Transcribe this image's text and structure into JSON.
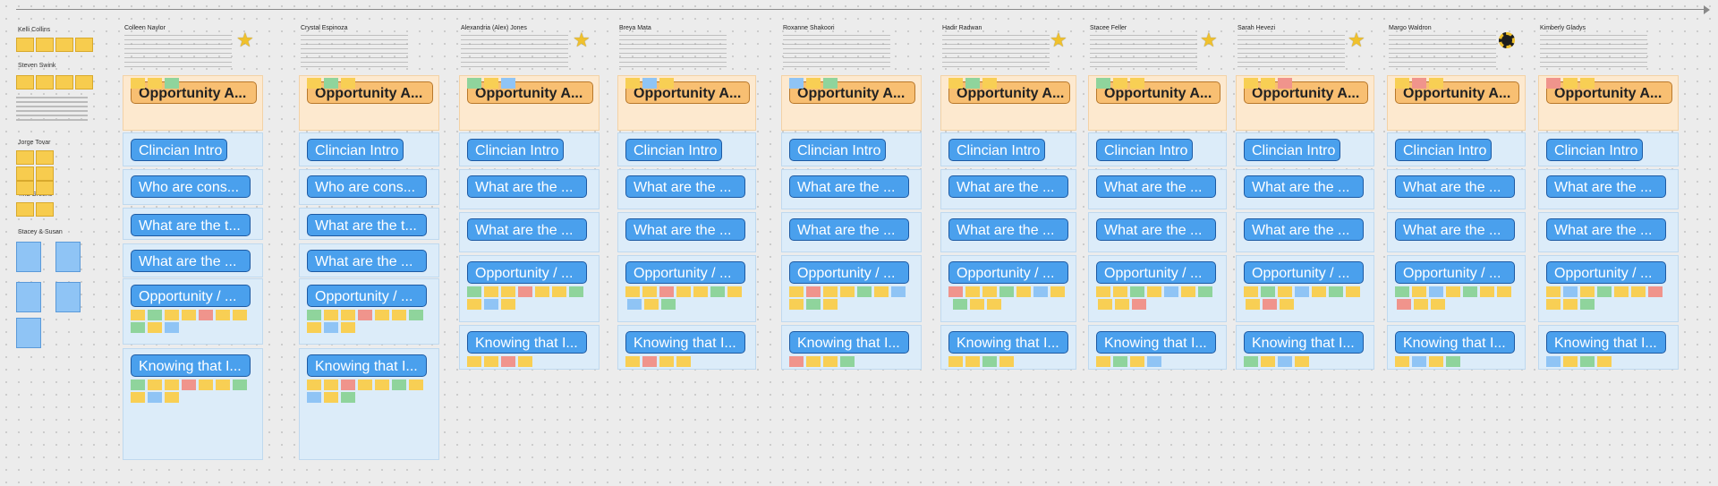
{
  "left_panel": {
    "people": [
      "Kelli Collins",
      "Steven Swink",
      "Jorge Tovar",
      "Tina Greene",
      "Stacey  & Susan"
    ]
  },
  "columns": [
    {
      "name": "Colleen Naylor",
      "icon": "star-icon",
      "sections": [
        "Opportunity A...",
        "Clincian Intro",
        "Who are cons...",
        "What are the t...",
        "What are the ...",
        "Opportunity / ...",
        "Knowing that I..."
      ]
    },
    {
      "name": "Crystal Espinoza",
      "icon": "",
      "sections": [
        "Opportunity A...",
        "Clincian Intro",
        "Who are cons...",
        "What are the t...",
        "What are the ...",
        "Opportunity / ...",
        "Knowing that I..."
      ]
    },
    {
      "name": "Alexandria (Alex) Jones",
      "icon": "star-icon",
      "sections": [
        "Opportunity A...",
        "Clincian Intro",
        "What are the ...",
        "What are the ...",
        "Opportunity / ...",
        "Knowing that I..."
      ]
    },
    {
      "name": "Breya Mata",
      "icon": "",
      "sections": [
        "Opportunity A...",
        "Clincian Intro",
        "What are the ...",
        "What are the ...",
        "Opportunity / ...",
        "Knowing that I..."
      ]
    },
    {
      "name": "Roxanne Shakoori",
      "icon": "",
      "sections": [
        "Opportunity A...",
        "Clincian Intro",
        "What are the ...",
        "What are the ...",
        "Opportunity / ...",
        "Knowing that I..."
      ]
    },
    {
      "name": "Hadir Radwan",
      "icon": "star-icon",
      "sections": [
        "Opportunity A...",
        "Clincian Intro",
        "What are the ...",
        "What are the ...",
        "Opportunity / ...",
        "Knowing that I..."
      ]
    },
    {
      "name": "Stacee Feller",
      "icon": "star-icon",
      "sections": [
        "Opportunity A...",
        "Clincian Intro",
        "What are the ...",
        "What are the ...",
        "Opportunity / ...",
        "Knowing that I..."
      ]
    },
    {
      "name": "Sarah Hevezi",
      "icon": "star-icon",
      "sections": [
        "Opportunity A...",
        "Clincian Intro",
        "What are the ...",
        "What are the ...",
        "Opportunity / ...",
        "Knowing that I..."
      ]
    },
    {
      "name": "Margo Waldron",
      "icon": "badge-icon",
      "sections": [
        "Opportunity A...",
        "Clincian Intro",
        "What are the ...",
        "What are the ...",
        "Opportunity / ...",
        "Knowing that I..."
      ]
    },
    {
      "name": "Kimberly Gladys",
      "icon": "",
      "sections": [
        "Opportunity A...",
        "Clincian Intro",
        "What are the ...",
        "What are the ...",
        "Opportunity / ...",
        "Knowing that I..."
      ]
    }
  ],
  "colors": {
    "section_blue": "#dcecf9",
    "section_orange": "#fde9cf",
    "chip_blue": "#4aa0ed",
    "chip_orange": "#f8bf72",
    "sticky_yellow": "#f8cf54",
    "sticky_green": "#8fd49c"
  }
}
